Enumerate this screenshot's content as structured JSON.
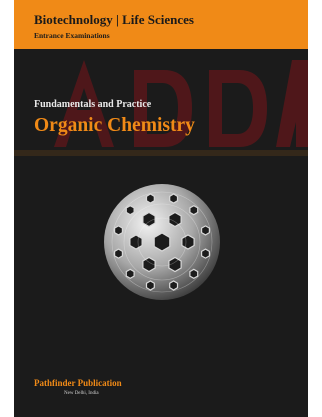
{
  "cover": {
    "series_title": "Biotechnology | Life Sciences",
    "series_subtitle": "Entrance Examinations",
    "subject_kicker": "Fundamentals and Practice",
    "subject_title": "Organic Chemistry",
    "publisher_name": "Pathfinder Publication",
    "publisher_location": "New Delhi, India",
    "illustration_icon": "fractal-polyhedron-icon",
    "colors": {
      "accent": "#f08a17",
      "background": "#1b1b1b",
      "band": "#101010"
    }
  }
}
